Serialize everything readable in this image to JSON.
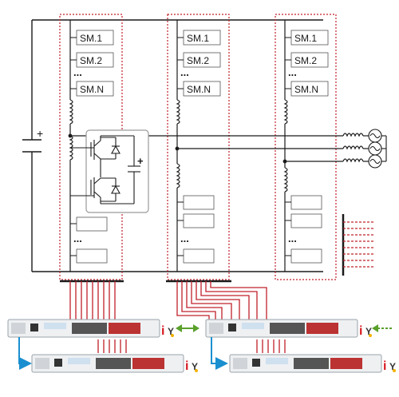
{
  "labels": {
    "sm1": "SM.1",
    "sm2": "SM.2",
    "ellipsis": "...",
    "smn": "SM.N",
    "dc_plus": "+",
    "cap_plus": "+"
  },
  "colors": {
    "line": "#1a1a1a",
    "arm_border": "#c0202a",
    "fiber": "#c0202a",
    "arrow_green": "#5aa02c",
    "arrow_blue": "#1a8fd0",
    "device_body": "#eef0f2",
    "device_edge": "#9aa3ab",
    "port_red": "#c0202a",
    "logo_red": "#d71920",
    "logo_yellow": "#f2b200"
  },
  "devices": [
    {
      "id": "top-left",
      "logo": "i"
    },
    {
      "id": "bottom-left",
      "logo": "i"
    },
    {
      "id": "top-right",
      "logo": "i"
    },
    {
      "id": "bottom-right",
      "logo": "i"
    }
  ]
}
